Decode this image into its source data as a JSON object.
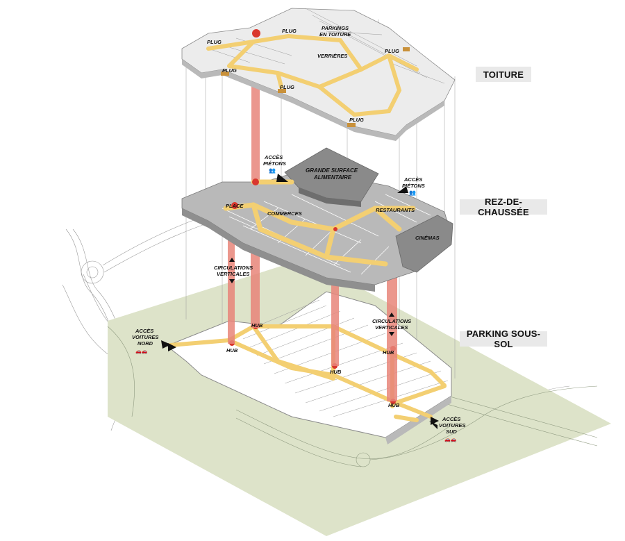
{
  "levels": {
    "roof": "TOITURE",
    "ground": "REZ-DE-CHAUSSÉE",
    "basement": "PARKING SOUS-SOL"
  },
  "roof": {
    "plug": "PLUG",
    "parking_roof_1": "PARKINGS",
    "parking_roof_2": "EN TOITURE",
    "skylights": "VERRIÈRES"
  },
  "ground": {
    "access_ped_1": "ACCÈS",
    "access_ped_2": "PIÉTONS",
    "grocery_1": "GRANDE SURFACE",
    "grocery_2": "ALIMENTAIRE",
    "place": "PLACE",
    "shops": "COMMERCES",
    "restaurants": "RESTAURANTS",
    "cinemas": "CINÉMAS"
  },
  "basement": {
    "vertical_1": "CIRCULATIONS",
    "vertical_2": "VERTICALES",
    "hub": "HUB",
    "cars_north_1": "ACCÈS",
    "cars_north_2": "VOITURES",
    "cars_north_3": "NORD",
    "cars_south_1": "ACCÈS",
    "cars_south_2": "VOITURES",
    "cars_south_3": "SUD"
  },
  "colors": {
    "circulation": "#f3cf72",
    "vertical_core": "#e8857a",
    "hub_red": "#d9372e",
    "ground_green": "#dde3c9",
    "building_grey": "#8a8a8a",
    "slab_grey": "#b9b9b9"
  }
}
